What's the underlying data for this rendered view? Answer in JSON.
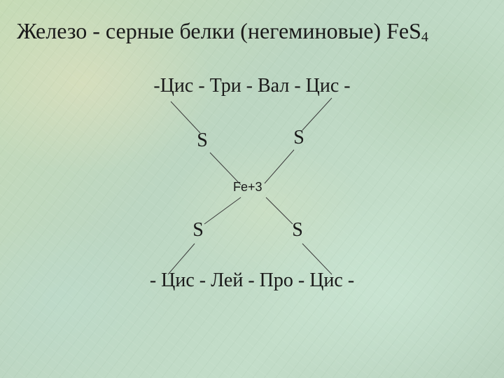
{
  "slide": {
    "title": {
      "main": "Железо - серные белки (негеминовые) FeS",
      "subscript": "4"
    },
    "top_chain": "-Цис - Три - Вал - Цис -",
    "bottom_chain": "- Цис - Лей - Про - Цис -",
    "sulfur_atoms": {
      "top_left": "S",
      "top_right": "S",
      "bottom_left": "S",
      "bottom_right": "S"
    },
    "iron_center": "Fe+3"
  },
  "colors": {
    "background": "#c3ddc9",
    "text": "#1a1a1a",
    "bond": "#3a3a3a"
  }
}
